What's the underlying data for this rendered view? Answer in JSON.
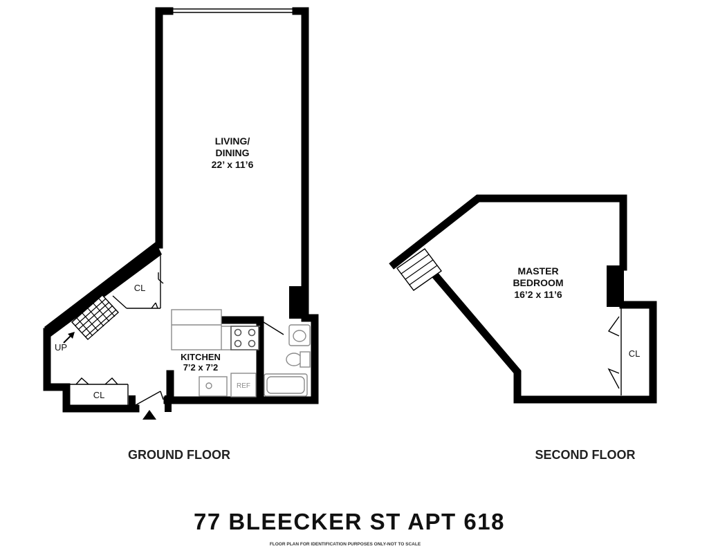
{
  "ground_floor": {
    "label": "GROUND FLOOR",
    "living_dining": {
      "name_line1": "LIVING/",
      "name_line2": "DINING",
      "dimensions": "22’ x 11’6"
    },
    "kitchen": {
      "name": "KITCHEN",
      "dimensions": "7’2 x 7’2",
      "refrigerator_label": "REF"
    },
    "closet_upper_label": "CL",
    "closet_lower_label": "CL",
    "stairs_label": "UP"
  },
  "second_floor": {
    "label": "SECOND FLOOR",
    "master_bedroom": {
      "name_line1": "MASTER",
      "name_line2": "BEDROOM",
      "dimensions": "16’2 x 11’6"
    },
    "closet_label": "CL"
  },
  "address": "77 BLEECKER ST APT 618",
  "disclaimer": "FLOOR PLAN FOR IDENTIFICATION PURPOSES ONLY-NOT TO SCALE"
}
